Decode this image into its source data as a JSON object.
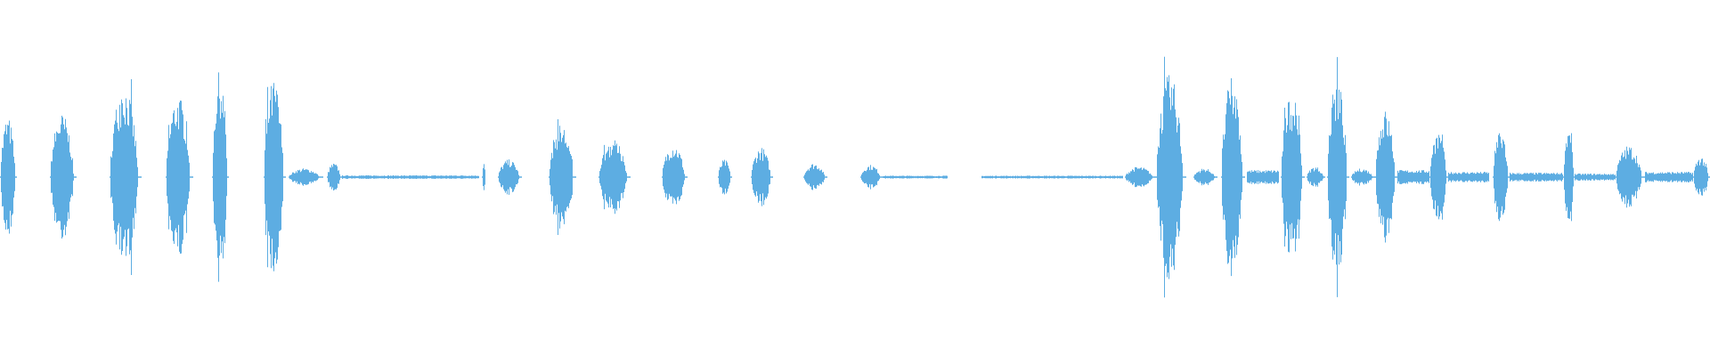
{
  "waveform": {
    "color": "#5DADE2",
    "segments": [
      {
        "start": 0.0,
        "end": 0.01,
        "amp": 0.34
      },
      {
        "start": 0.029,
        "end": 0.045,
        "amp": 0.36
      },
      {
        "start": 0.064,
        "end": 0.083,
        "amp": 0.52
      },
      {
        "start": 0.097,
        "end": 0.113,
        "amp": 0.46
      },
      {
        "start": 0.124,
        "end": 0.134,
        "amp": 0.6
      },
      {
        "start": 0.154,
        "end": 0.167,
        "amp": 0.55
      },
      {
        "start": 0.169,
        "end": 0.189,
        "amp": 0.05
      },
      {
        "start": 0.191,
        "end": 0.2,
        "amp": 0.08
      },
      {
        "start": 0.2,
        "end": 0.28,
        "amp": 0.01
      },
      {
        "start": 0.282,
        "end": 0.284,
        "amp": 0.09
      },
      {
        "start": 0.291,
        "end": 0.305,
        "amp": 0.1
      },
      {
        "start": 0.321,
        "end": 0.337,
        "amp": 0.3
      },
      {
        "start": 0.35,
        "end": 0.369,
        "amp": 0.21
      },
      {
        "start": 0.387,
        "end": 0.402,
        "amp": 0.19
      },
      {
        "start": 0.42,
        "end": 0.428,
        "amp": 0.1
      },
      {
        "start": 0.439,
        "end": 0.452,
        "amp": 0.17
      },
      {
        "start": 0.47,
        "end": 0.484,
        "amp": 0.08
      },
      {
        "start": 0.503,
        "end": 0.516,
        "amp": 0.07
      },
      {
        "start": 0.516,
        "end": 0.554,
        "amp": 0.008
      },
      {
        "start": 0.574,
        "end": 0.657,
        "amp": 0.008
      },
      {
        "start": 0.658,
        "end": 0.676,
        "amp": 0.06
      },
      {
        "start": 0.676,
        "end": 0.694,
        "amp": 0.58
      },
      {
        "start": 0.698,
        "end": 0.712,
        "amp": 0.05
      },
      {
        "start": 0.714,
        "end": 0.728,
        "amp": 0.56
      },
      {
        "start": 0.729,
        "end": 0.748,
        "amp": 0.04
      },
      {
        "start": 0.749,
        "end": 0.763,
        "amp": 0.47
      },
      {
        "start": 0.764,
        "end": 0.775,
        "amp": 0.06
      },
      {
        "start": 0.776,
        "end": 0.789,
        "amp": 0.55
      },
      {
        "start": 0.79,
        "end": 0.804,
        "amp": 0.05
      },
      {
        "start": 0.804,
        "end": 0.817,
        "amp": 0.38
      },
      {
        "start": 0.817,
        "end": 0.836,
        "amp": 0.04
      },
      {
        "start": 0.836,
        "end": 0.847,
        "amp": 0.26
      },
      {
        "start": 0.847,
        "end": 0.871,
        "amp": 0.03
      },
      {
        "start": 0.873,
        "end": 0.883,
        "amp": 0.27
      },
      {
        "start": 0.883,
        "end": 0.914,
        "amp": 0.025
      },
      {
        "start": 0.914,
        "end": 0.921,
        "amp": 0.28
      },
      {
        "start": 0.921,
        "end": 0.945,
        "amp": 0.02
      },
      {
        "start": 0.945,
        "end": 0.962,
        "amp": 0.18
      },
      {
        "start": 0.962,
        "end": 0.99,
        "amp": 0.03
      },
      {
        "start": 0.99,
        "end": 1.0,
        "amp": 0.12
      }
    ]
  }
}
